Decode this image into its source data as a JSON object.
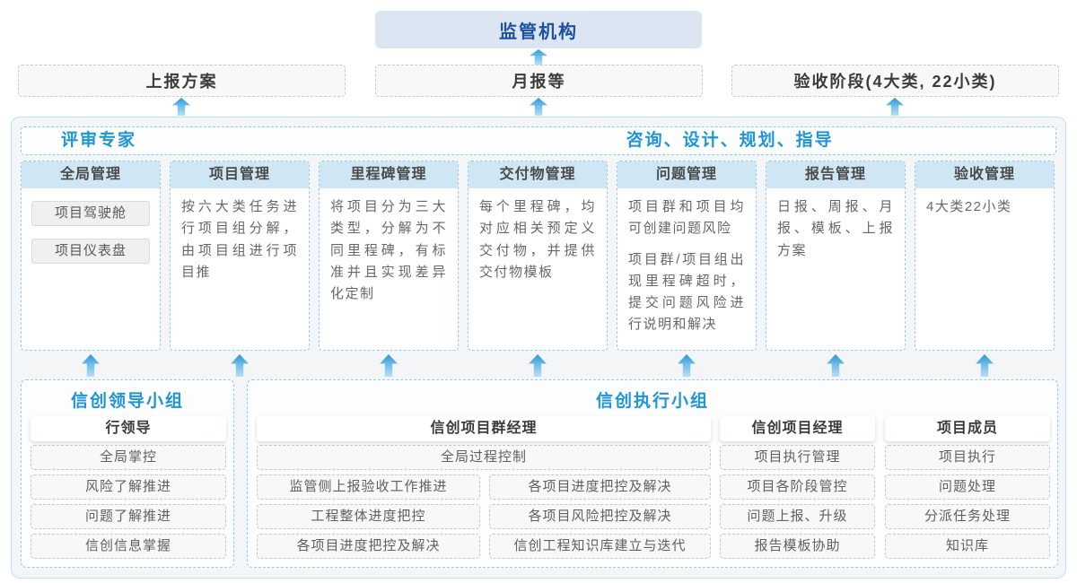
{
  "top": {
    "regulator": "监管机构",
    "report_boxes": [
      "上报方案",
      "月报等",
      "验收阶段(4大类, 22小类)"
    ]
  },
  "expert_strip": {
    "left": "评审专家",
    "right": "咨询、设计、规划、指导"
  },
  "columns": [
    {
      "title": "全局管理",
      "chips": [
        "项目驾驶舱",
        "项目仪表盘"
      ]
    },
    {
      "title": "项目管理",
      "body": [
        "按六大类任务进行项目组分解，由项目组进行项目推"
      ]
    },
    {
      "title": "里程碑管理",
      "body": [
        "将项目分为三大类型，分解为不同里程碑，有标准并且实现差异化定制"
      ]
    },
    {
      "title": "交付物管理",
      "body": [
        "每个里程碑，均对应相关预定义交付物，并提供交付物模板"
      ]
    },
    {
      "title": "问题管理",
      "body": [
        "项目群和项目均可创建问题风险",
        "项目群/项目组出现里程碑超时，提交问题风险进行说明和解决"
      ]
    },
    {
      "title": "报告管理",
      "body": [
        "日报、周报、月报、模板、上报方案"
      ]
    },
    {
      "title": "验收管理",
      "body": [
        "4大类22小类"
      ]
    }
  ],
  "leader_group": {
    "title": "信创领导小组",
    "role": "行领导",
    "items": [
      "全局掌控",
      "风险了解推进",
      "问题了解推进",
      "信创信息掌握"
    ]
  },
  "exec_group": {
    "title": "信创执行小组",
    "program_manager": {
      "role": "信创项目群经理",
      "full_item": "全局过程控制",
      "col_left": [
        "监管侧上报验收工作推进",
        "工程整体进度把控",
        "各项目进度把控及解决"
      ],
      "col_right": [
        "各项目进度把控及解决",
        "各项目风险把控及解决",
        "信创工程知识库建立与迭代"
      ]
    },
    "project_manager": {
      "role": "信创项目经理",
      "items": [
        "项目执行管理",
        "项目各阶段管控",
        "问题上报、升级",
        "报告模板协助"
      ]
    },
    "member": {
      "role": "项目成员",
      "items": [
        "项目执行",
        "问题处理",
        "分派任务处理",
        "知识库"
      ]
    }
  },
  "colors": {
    "accent_blue": "#2095d5",
    "regulator_text": "#1d509e",
    "regulator_bg": "#dbe6f2",
    "column_header_bg": "#cfe6f5",
    "dashed_blue_border": "#93cbec",
    "panel_bg": "#f3f5f7",
    "arrow_blue": "#2d95d8"
  }
}
